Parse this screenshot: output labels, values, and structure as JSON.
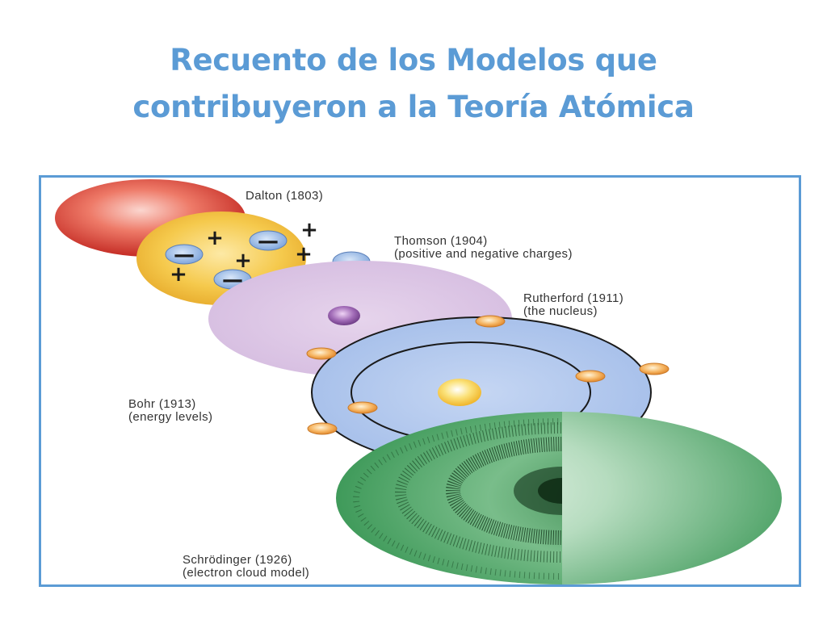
{
  "slide": {
    "title_line1": "Recuento de los Modelos que",
    "title_line2": "contribuyeron a la Teoría Atómica"
  },
  "models": [
    {
      "name": "Dalton (1803)",
      "note": ""
    },
    {
      "name": "Thomson (1904)",
      "note": "(positive and negative charges)"
    },
    {
      "name": "Rutherford (1911)",
      "note": "(the nucleus)"
    },
    {
      "name": "Bohr (1913)",
      "note": "(energy levels)"
    },
    {
      "name": "Schrödinger (1926)",
      "note": "(electron cloud model)"
    }
  ],
  "symbols": {
    "plus": "+",
    "minus": "—"
  },
  "colors": {
    "title": "#5b9bd5",
    "frame_border": "#5b9bd5",
    "dalton": "#d9433a",
    "thomson": "#f2c542",
    "rutherford": "#d8c0e0",
    "bohr": "#a9c2eb",
    "schrodinger": "#4fa06a"
  }
}
